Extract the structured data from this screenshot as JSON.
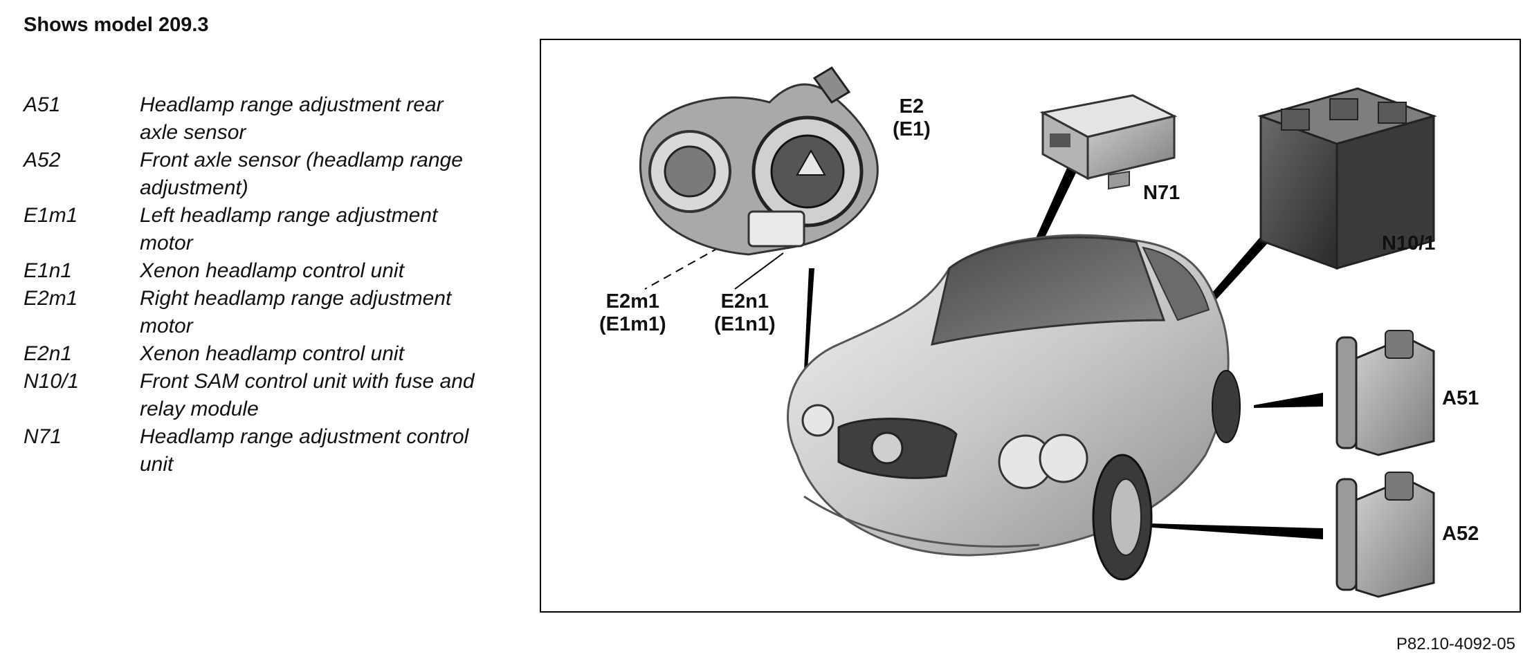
{
  "title": "Shows model 209.3",
  "legend": [
    {
      "code": "A51",
      "description": "Headlamp range adjustment rear axle sensor"
    },
    {
      "code": "A52",
      "description": "Front axle sensor (headlamp range adjustment)"
    },
    {
      "code": "E1m1",
      "description": "Left headlamp range adjustment motor"
    },
    {
      "code": "E1n1",
      "description": "Xenon headlamp control unit"
    },
    {
      "code": "E2m1",
      "description": "Right headlamp range adjustment motor"
    },
    {
      "code": "E2n1",
      "description": "Xenon headlamp control unit"
    },
    {
      "code": "N10/1",
      "description": "Front SAM control unit with fuse and relay module"
    },
    {
      "code": "N71",
      "description": "Headlamp range adjustment control unit"
    }
  ],
  "callouts": {
    "e2": {
      "primary": "E2",
      "secondary": "(E1)"
    },
    "e2m1": {
      "primary": "E2m1",
      "secondary": "(E1m1)"
    },
    "e2n1": {
      "primary": "E2n1",
      "secondary": "(E1n1)"
    },
    "n71": "N71",
    "n10_1": "N10/1",
    "a51": "A51",
    "a52": "A52"
  },
  "figure_reference": "P82.10-4092-05"
}
